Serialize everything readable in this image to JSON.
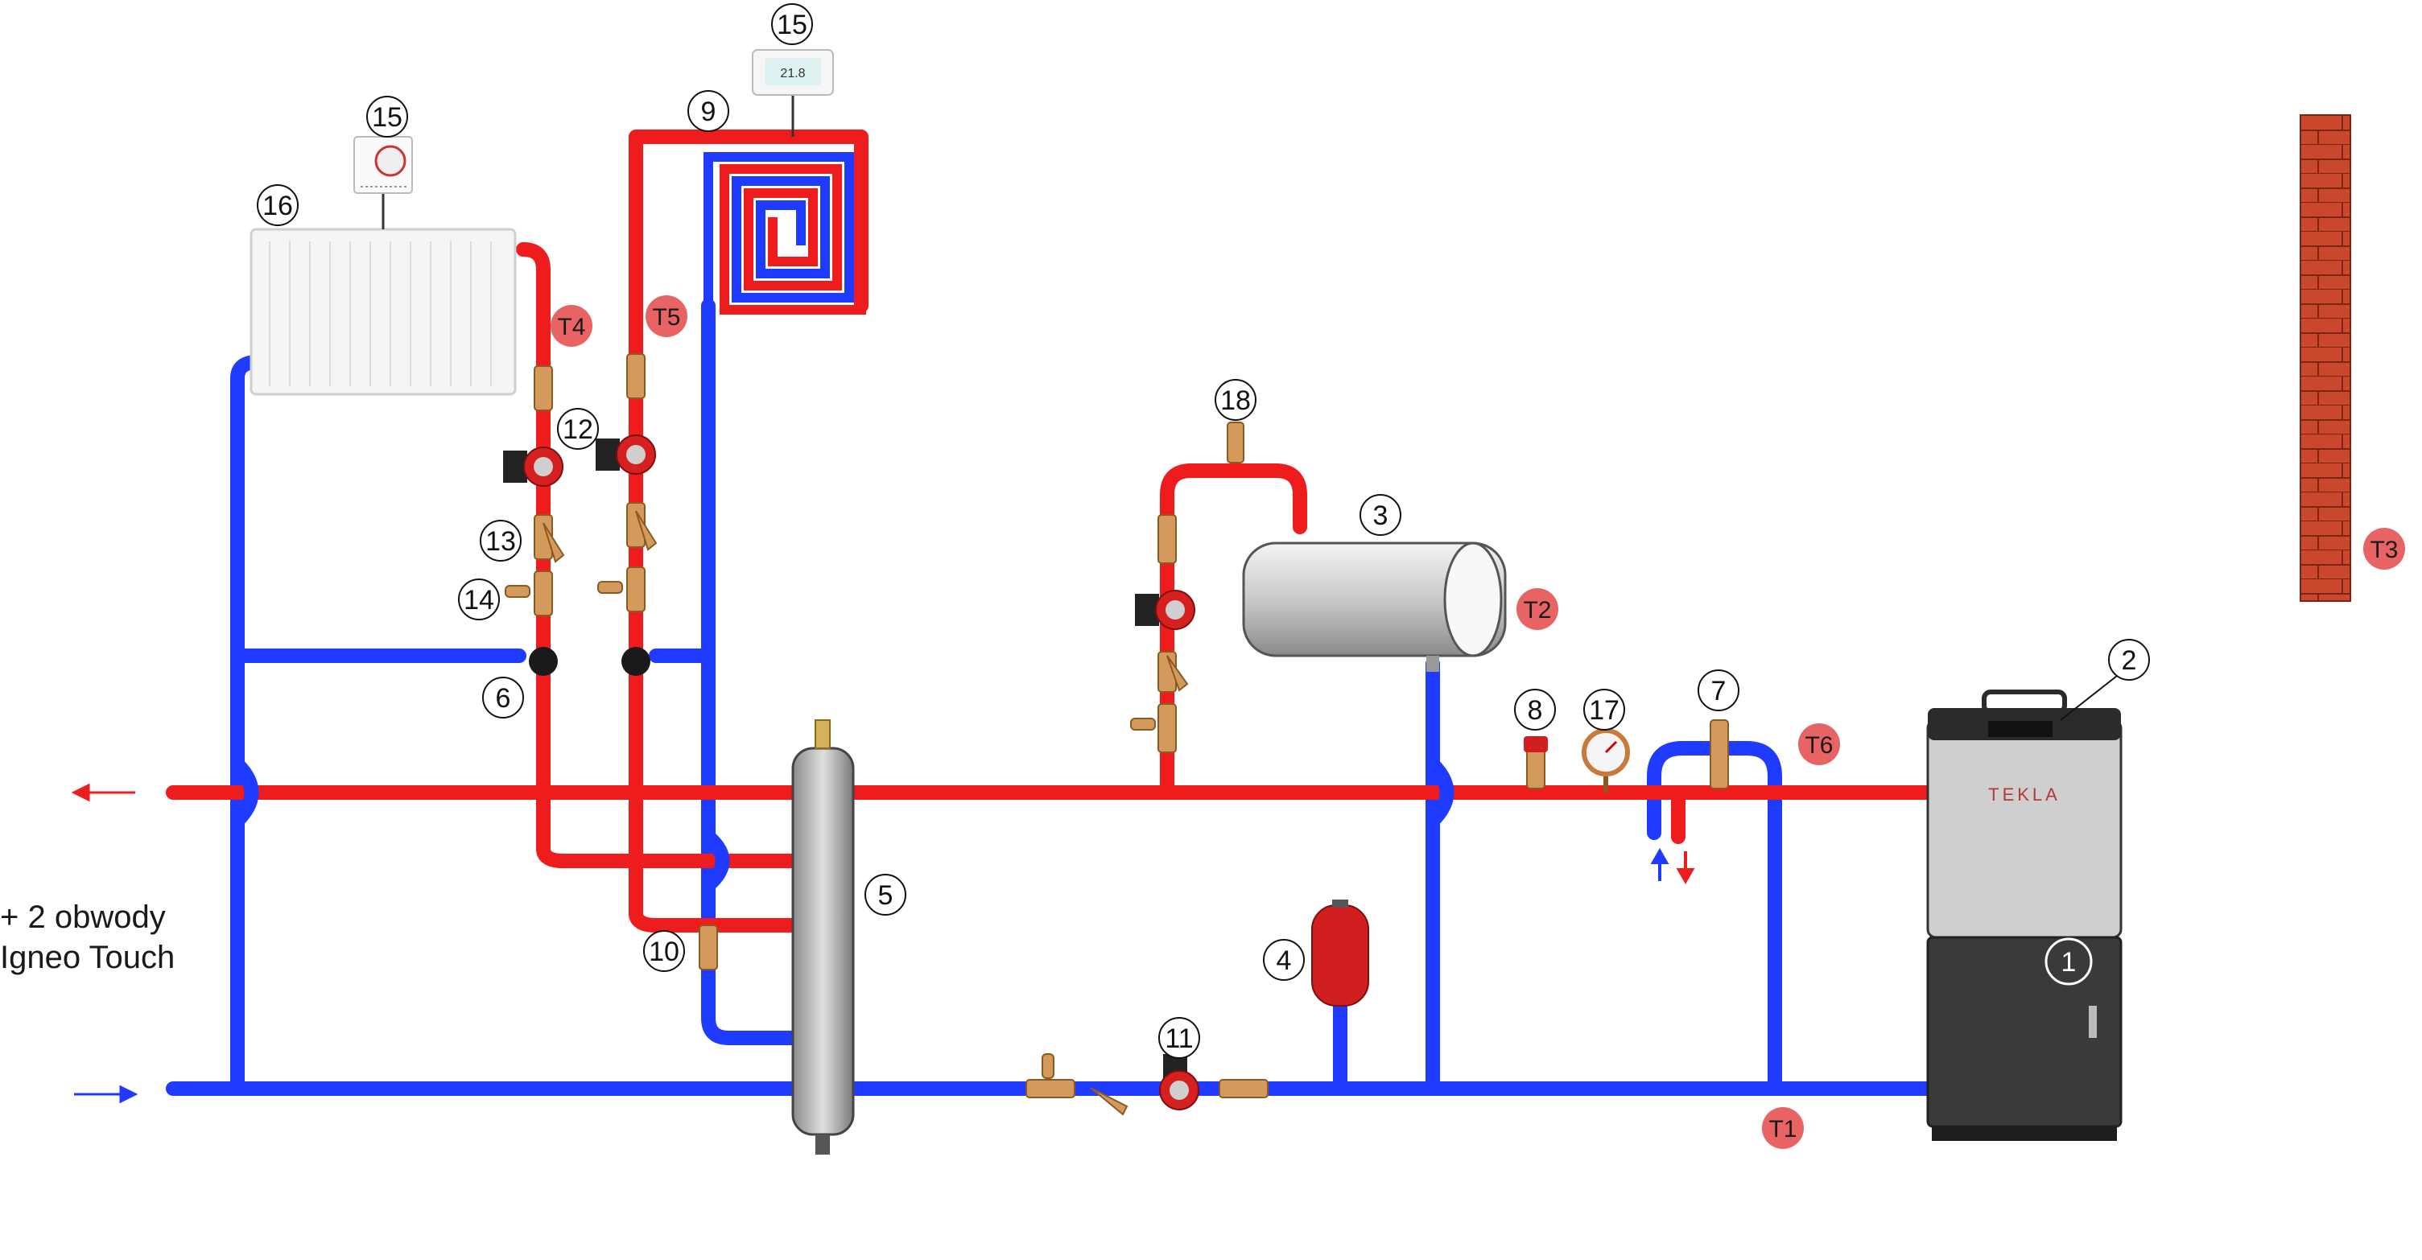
{
  "colors": {
    "supply": "#ee1c1c",
    "return": "#1f3bff",
    "sensor": "#e86363",
    "brass": "#d49a5b",
    "pump_red": "#d62020",
    "boiler_body": "#3a3a3a",
    "boiler_top": "#cfcfcf",
    "brick": "#c9472c"
  },
  "side_labels": {
    "line1": "+ 2 obwody",
    "line2": "Igneo Touch"
  },
  "boiler": {
    "brand": "TEKLA"
  },
  "thermostat_display": "21.8",
  "component_numbers": {
    "n1": "1",
    "n2": "2",
    "n3": "3",
    "n4": "4",
    "n5": "5",
    "n6": "6",
    "n7": "7",
    "n8": "8",
    "n9": "9",
    "n10": "10",
    "n11": "11",
    "n12": "12",
    "n13": "13",
    "n14": "14",
    "n15a": "15",
    "n15b": "15",
    "n16": "16",
    "n17": "17",
    "n18": "18"
  },
  "sensors": {
    "t1": "T1",
    "t2": "T2",
    "t3": "T3",
    "t4": "T4",
    "t5": "T5",
    "t6": "T6"
  },
  "flow_arrows": {
    "supply_out": "arrow-left-red",
    "return_in": "arrow-right-blue"
  }
}
